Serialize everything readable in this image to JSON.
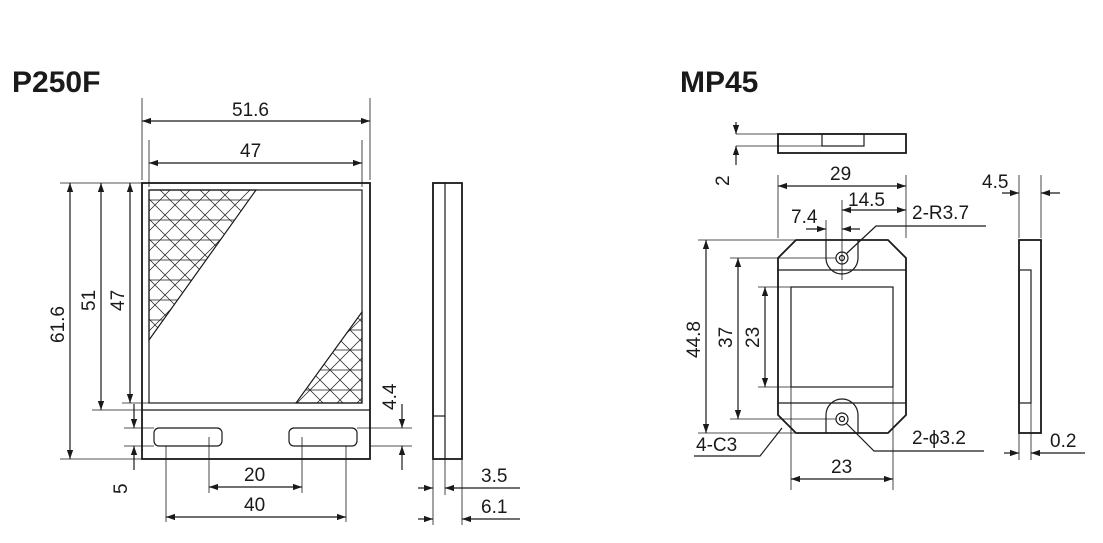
{
  "drawings": {
    "left": {
      "title": "P250F",
      "dims": {
        "width_overall": "51.6",
        "width_inner": "47",
        "height_overall": "61.6",
        "height_mid": "51",
        "height_inner": "47",
        "slot_gap": "4.4",
        "slot_height": "5",
        "slot_pitch": "20",
        "slot_span": "40",
        "side_thickness_a": "3.5",
        "side_thickness_b": "6.1"
      }
    },
    "right": {
      "title": "MP45",
      "dims": {
        "top_thickness": "2",
        "width_overall": "29",
        "half_width": "14.5",
        "hole_offset": "7.4",
        "corner_radius": "2-R3.7",
        "height_overall": "44.8",
        "height_mid": "37",
        "height_inner": "23",
        "chamfer": "4-C3",
        "hole_diameter": "2-ϕ3.2",
        "bottom_width": "23",
        "side_width": "4.5",
        "side_thickness": "0.2"
      }
    }
  },
  "colors": {
    "ink": "#1a1a1a",
    "background": "#ffffff"
  }
}
